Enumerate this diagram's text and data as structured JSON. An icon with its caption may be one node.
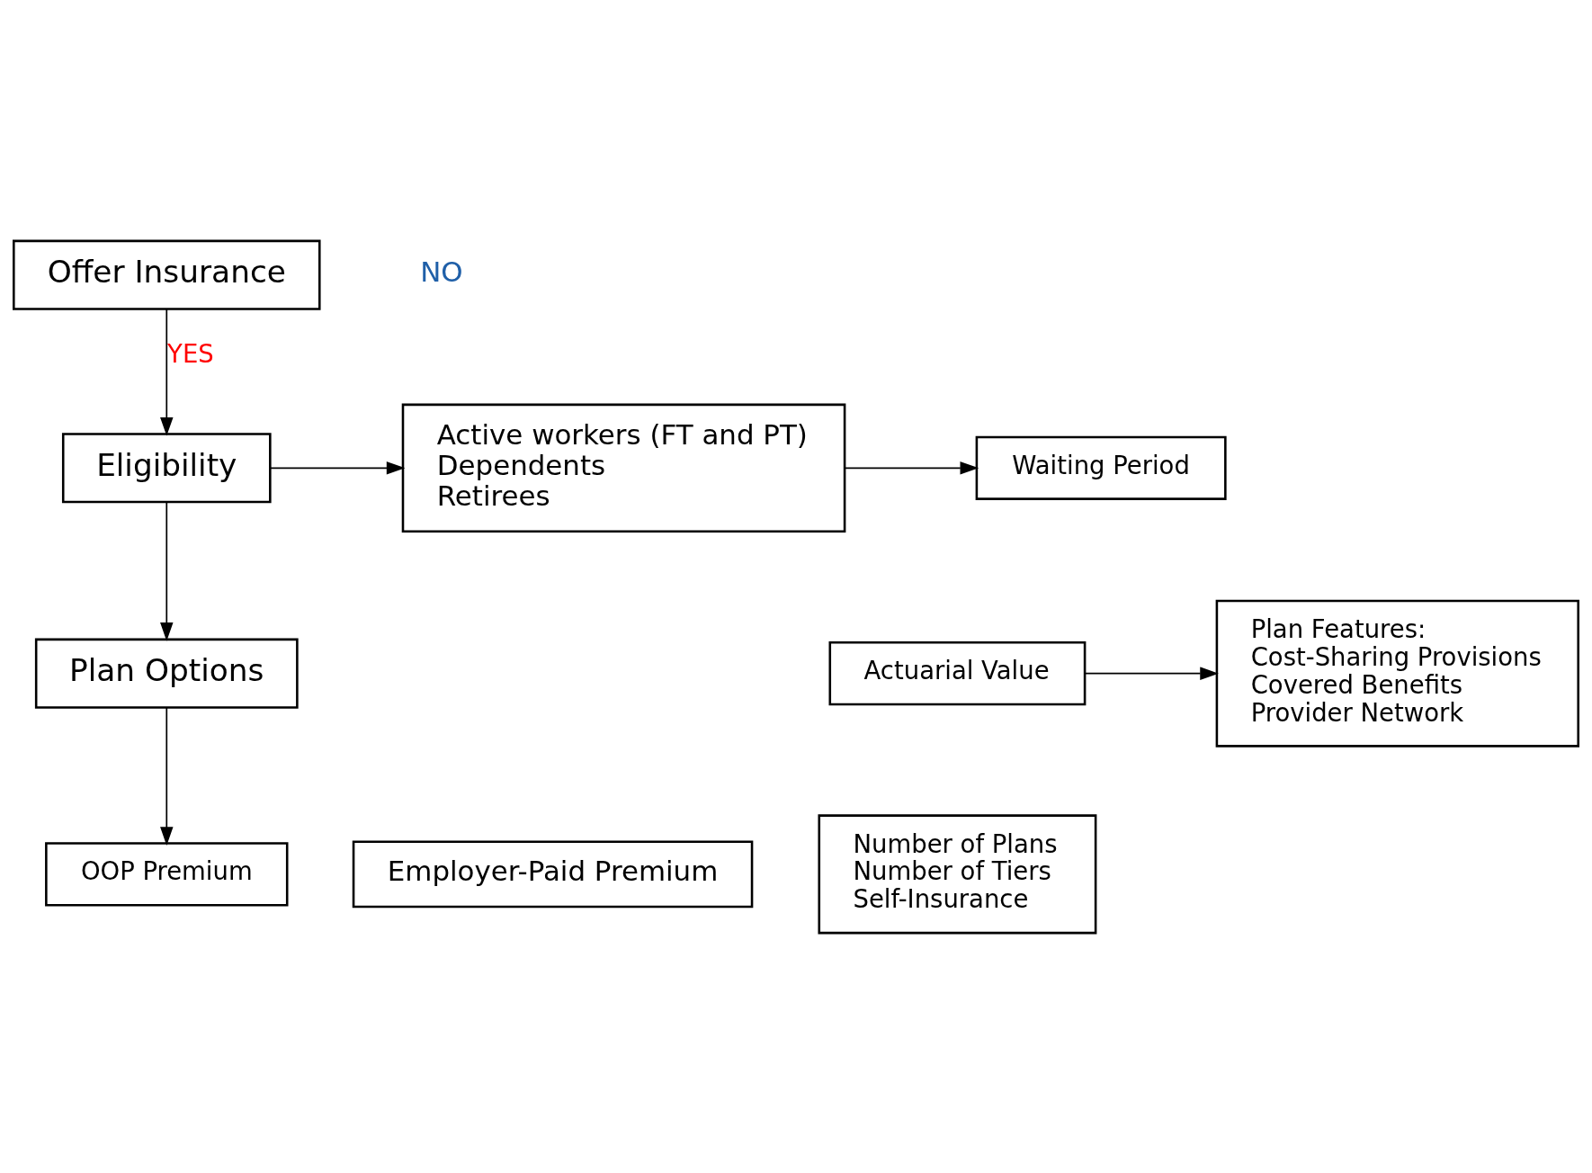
{
  "diagram": {
    "nodes": [
      {
        "text": [
          "Offer Insurance"
        ]
      },
      {
        "text": [
          "Eligibility"
        ]
      },
      {
        "text": [
          "Active workers (FT and PT)",
          "Dependents",
          "Retirees"
        ]
      },
      {
        "text": [
          "Waiting Period"
        ]
      },
      {
        "text": [
          "Plan Options"
        ]
      },
      {
        "text": [
          "Actuarial Value"
        ]
      },
      {
        "text": [
          "Number of Plans",
          "Number of Tiers",
          "Self-Insurance"
        ]
      },
      {
        "text": [
          "Plan Features:",
          "Cost-Sharing Provisions",
          "Covered Benefits",
          "Provider Network"
        ]
      },
      {
        "text": [
          "OOP Premium"
        ]
      },
      {
        "text": [
          "Employer-Paid Premium"
        ]
      }
    ],
    "edges": [
      {
        "from": 0,
        "to": 1,
        "arrow": "to",
        "label": "YES"
      },
      {
        "from": 1,
        "to": 2,
        "arrow": "to"
      },
      {
        "from": 2,
        "to": 3,
        "arrow": "to"
      },
      {
        "from": 1,
        "to": 4,
        "arrow": "to"
      },
      {
        "from": 5,
        "to": 7,
        "arrow": "to"
      },
      {
        "from": 4,
        "to": 8,
        "arrow": "to"
      }
    ],
    "labels": [
      "NO"
    ]
  }
}
